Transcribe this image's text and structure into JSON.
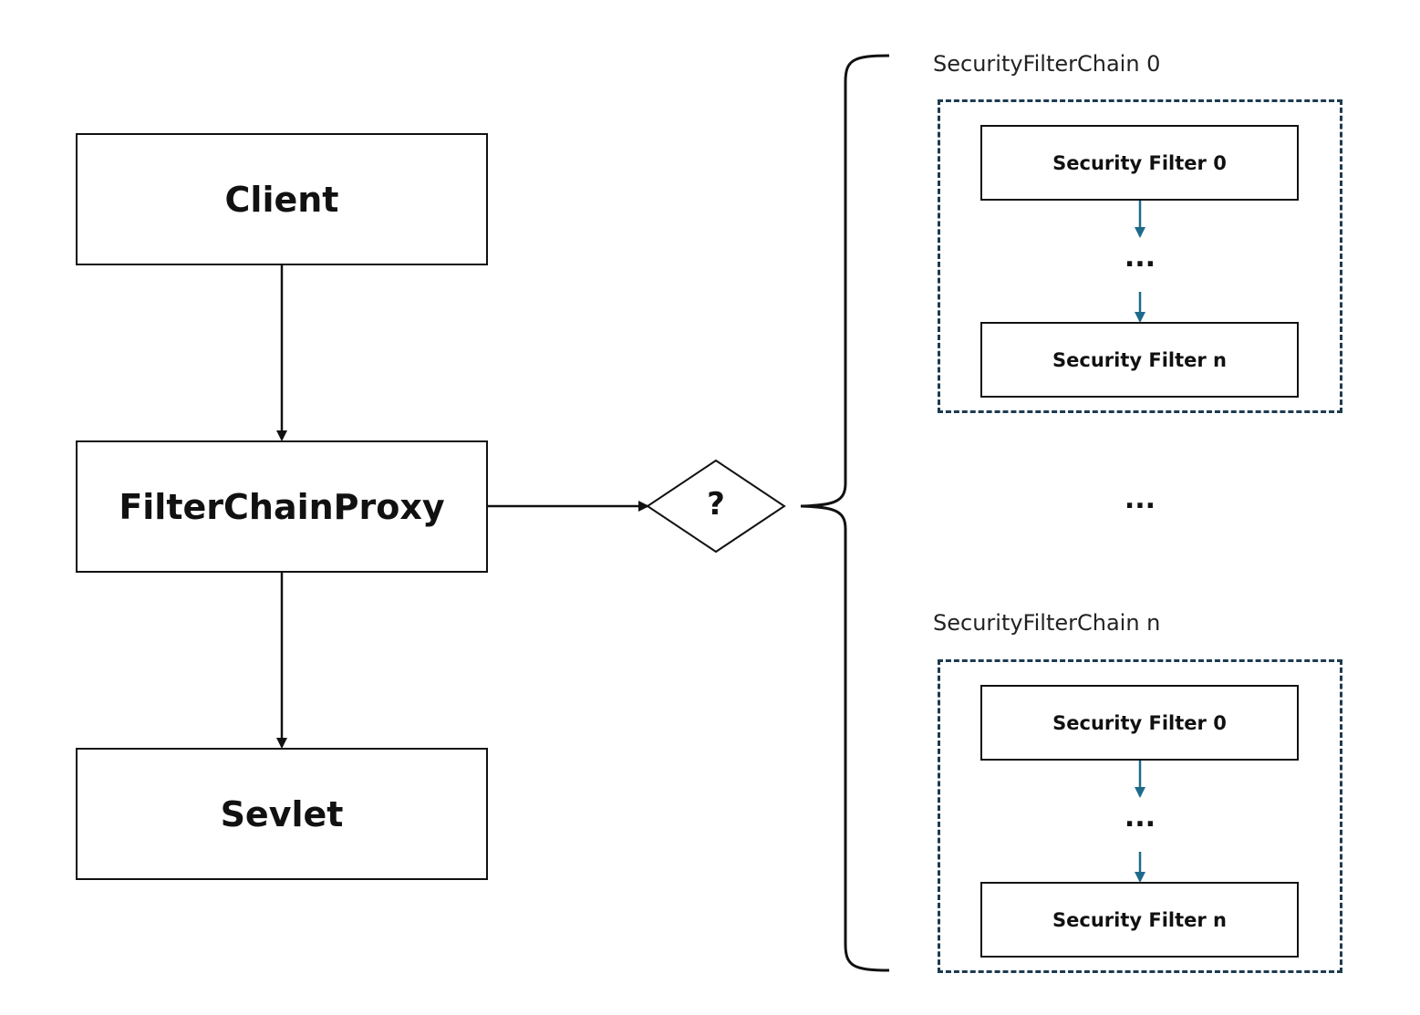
{
  "nodes": {
    "client": "Client",
    "filter_chain_proxy": "FilterChainProxy",
    "servlet": "Sevlet",
    "decision": "?"
  },
  "chains": [
    {
      "label": "SecurityFilterChain 0",
      "filters": [
        "Security Filter 0",
        "Security Filter n"
      ],
      "ellipsis": "..."
    },
    {
      "label": "SecurityFilterChain n",
      "filters": [
        "Security Filter 0",
        "Security Filter n"
      ],
      "ellipsis": "..."
    }
  ],
  "between_chains_ellipsis": "...",
  "colors": {
    "stroke": "#111111",
    "chain_border": "#1d3b4f",
    "filter_arrow": "#1e6a8c"
  }
}
